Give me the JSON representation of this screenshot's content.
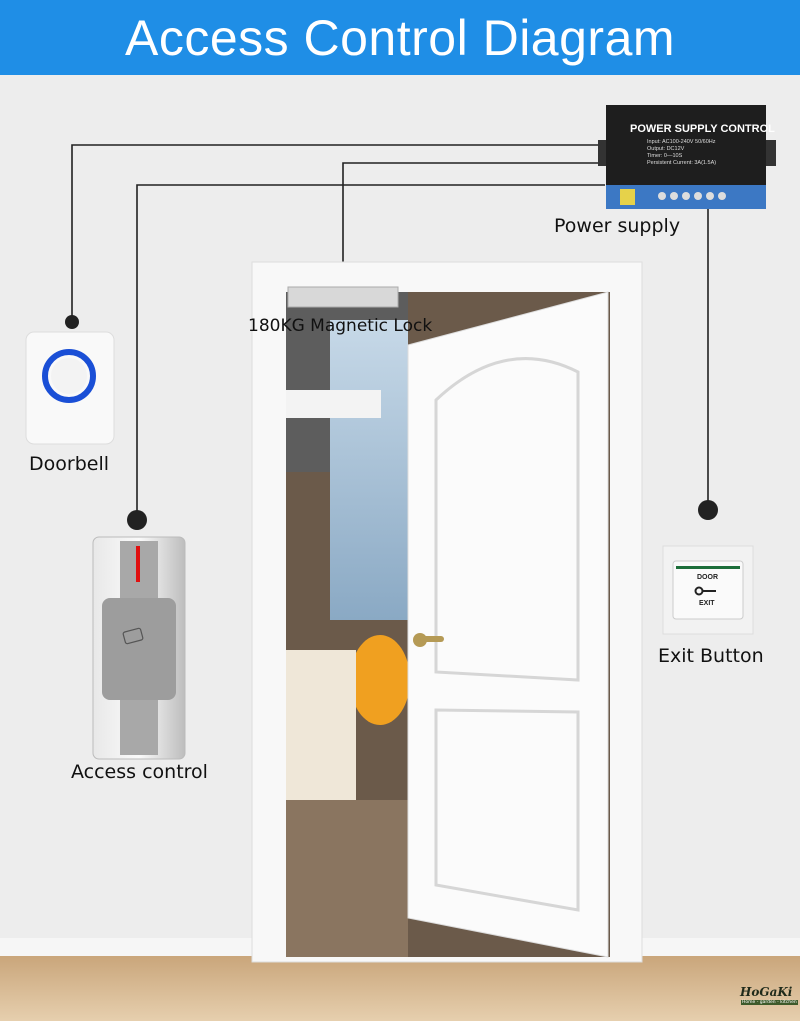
{
  "header": {
    "title": "Access Control Diagram"
  },
  "labels": {
    "power_supply": "Power supply",
    "magnetic_lock": "180KG Magnetic Lock",
    "doorbell": "Doorbell",
    "access_control": "Access control",
    "exit_button": "Exit Button"
  },
  "power_supply_panel": {
    "title": "POWER SUPPLY CONTROL",
    "specs": [
      "Input: AC100-240V 50/60Hz",
      "Output: DC12V",
      "Timer: 0—10S",
      "Persistent Current: 3A(1.5A)"
    ]
  },
  "exit_button_panel": {
    "top": "DOOR",
    "bottom": "EXIT"
  },
  "logo": {
    "name": "HoGaKi",
    "tagline": "Home - garden - kitchen"
  },
  "colors": {
    "header": "#1f8ee6",
    "wire": "#222222",
    "wall": "#ededed"
  }
}
